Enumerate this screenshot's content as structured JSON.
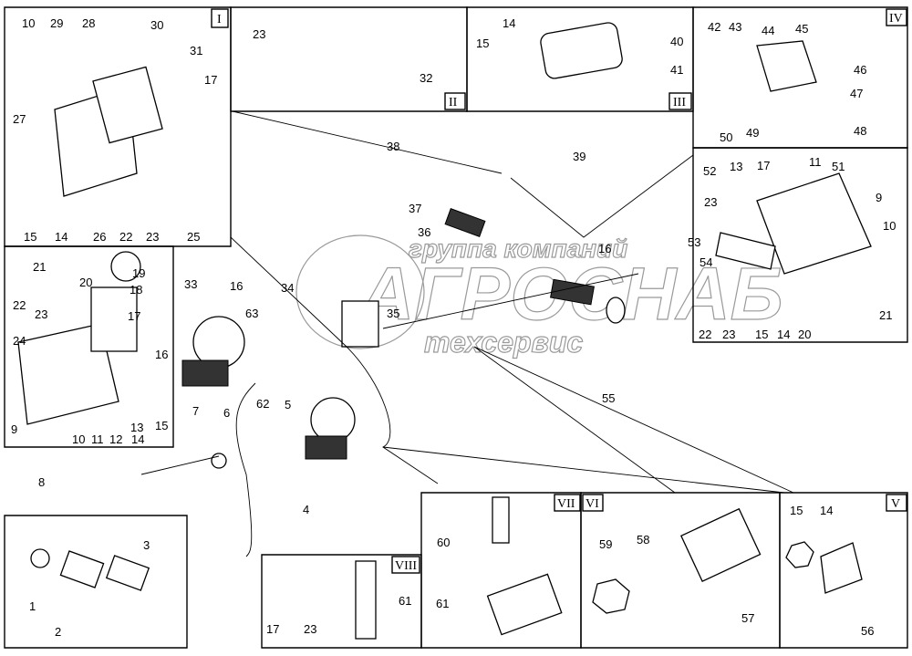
{
  "watermark": {
    "line1": "группа компаний",
    "line2": "АГРОСНАБ",
    "line3": "техсервис"
  },
  "panels": [
    "I",
    "II",
    "III",
    "IV",
    "V",
    "VI",
    "VII",
    "VIII"
  ],
  "callouts": [
    "10",
    "29",
    "28",
    "30",
    "31",
    "27",
    "26",
    "22",
    "23",
    "25",
    "15",
    "14",
    "23",
    "17",
    "32",
    "14",
    "15",
    "40",
    "41",
    "42",
    "43",
    "44",
    "45",
    "46",
    "47",
    "48",
    "49",
    "50",
    "52",
    "13",
    "17",
    "11",
    "51",
    "9",
    "23",
    "10",
    "53",
    "54",
    "22",
    "23",
    "15",
    "14",
    "20",
    "21",
    "21",
    "19",
    "18",
    "20",
    "22",
    "23",
    "17",
    "24",
    "16",
    "9",
    "10",
    "11",
    "12",
    "13",
    "14",
    "15",
    "33",
    "16",
    "34",
    "63",
    "35",
    "5",
    "62",
    "7",
    "6",
    "8",
    "4",
    "36",
    "37",
    "38",
    "39",
    "16",
    "55",
    "1",
    "2",
    "3",
    "17",
    "23",
    "61",
    "60",
    "61",
    "59",
    "58",
    "57",
    "15",
    "14",
    "56"
  ]
}
